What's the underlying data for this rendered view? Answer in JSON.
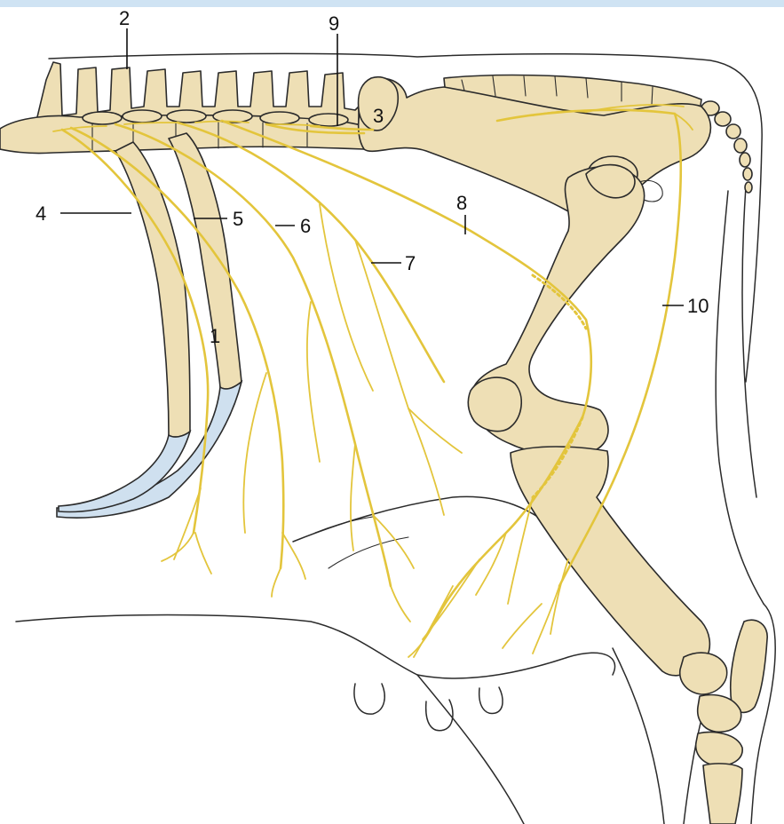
{
  "labels": {
    "l1": "1",
    "l2": "2",
    "l3": "3",
    "l4": "4",
    "l5": "5",
    "l6": "6",
    "l7": "7",
    "l8": "8",
    "l9": "9",
    "l10": "10"
  },
  "colors": {
    "bone": "#eedfb5",
    "nerve": "#e3c53c",
    "cartilage": "#cfe0ef",
    "outline": "#2b2b2b",
    "top_bar": "#cfe3f3"
  }
}
